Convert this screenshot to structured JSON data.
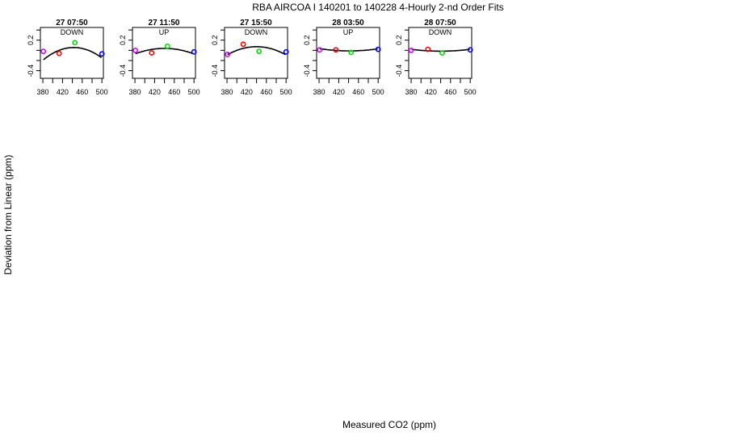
{
  "chart_data": {
    "type": "scatter",
    "title": "RBA   AIRCOA I   140201 to 140228   4-Hourly 2-nd Order Fits",
    "xlabel": "Measured CO2 (ppm)",
    "ylabel": "Deviation from Linear (ppm)",
    "xlim": [
      375,
      503
    ],
    "ylim": [
      -0.55,
      0.45
    ],
    "xticks": [
      380,
      400,
      420,
      440,
      460,
      480,
      500
    ],
    "xtick_labels": [
      "380",
      "420",
      "460",
      "500"
    ],
    "xtick_label_values": [
      380,
      420,
      460,
      500
    ],
    "yticks": [
      0.4,
      0.2,
      0.0,
      -0.2,
      -0.4
    ],
    "ytick_labels": [
      "0.2",
      "-0.4"
    ],
    "ytick_label_values": [
      0.2,
      -0.4
    ],
    "point_colors": [
      "#cc00ff",
      "#ff0000",
      "#00dd00",
      "#0000ff"
    ],
    "panels": [
      {
        "title": "27 07:50",
        "direction": "DOWN",
        "points": [
          {
            "x": 381,
            "y": -0.02,
            "color": "#cc00ff"
          },
          {
            "x": 413,
            "y": -0.06,
            "color": "#ff0000"
          },
          {
            "x": 445,
            "y": 0.15,
            "color": "#00dd00"
          },
          {
            "x": 500,
            "y": -0.07,
            "color": "#0000ff"
          }
        ],
        "fit": {
          "a": -6.3e-05,
          "b": 0.0558,
          "c": -12.3
        }
      },
      {
        "title": "27 11:50",
        "direction": "UP",
        "points": [
          {
            "x": 381,
            "y": 0.0,
            "color": "#cc00ff"
          },
          {
            "x": 414,
            "y": -0.05,
            "color": "#ff0000"
          },
          {
            "x": 446,
            "y": 0.08,
            "color": "#00dd00"
          },
          {
            "x": 500,
            "y": -0.03,
            "color": "#0000ff"
          }
        ],
        "fit": {
          "a": -3e-05,
          "b": 0.0264,
          "c": -5.77
        }
      },
      {
        "title": "27 15:50",
        "direction": "DOWN",
        "points": [
          {
            "x": 381,
            "y": -0.08,
            "color": "#cc00ff"
          },
          {
            "x": 413,
            "y": 0.12,
            "color": "#ff0000"
          },
          {
            "x": 445,
            "y": -0.02,
            "color": "#00dd00"
          },
          {
            "x": 500,
            "y": -0.03,
            "color": "#0000ff"
          }
        ],
        "fit": {
          "a": -4.5e-05,
          "b": 0.0396,
          "c": -8.64
        }
      },
      {
        "title": "28 03:50",
        "direction": "UP",
        "points": [
          {
            "x": 381,
            "y": 0.01,
            "color": "#cc00ff"
          },
          {
            "x": 414,
            "y": 0.01,
            "color": "#ff0000"
          },
          {
            "x": 445,
            "y": -0.04,
            "color": "#00dd00"
          },
          {
            "x": 500,
            "y": 0.02,
            "color": "#0000ff"
          }
        ],
        "fit": {
          "a": 1.2e-05,
          "b": -0.0106,
          "c": 2.33
        }
      },
      {
        "title": "28 07:50",
        "direction": "DOWN",
        "points": [
          {
            "x": 380,
            "y": 0.0,
            "color": "#cc00ff"
          },
          {
            "x": 414,
            "y": 0.02,
            "color": "#ff0000"
          },
          {
            "x": 443,
            "y": -0.05,
            "color": "#00dd00"
          },
          {
            "x": 500,
            "y": 0.01,
            "color": "#0000ff"
          }
        ],
        "fit": {
          "a": 1e-05,
          "b": -0.0088,
          "c": 1.92
        }
      }
    ]
  }
}
